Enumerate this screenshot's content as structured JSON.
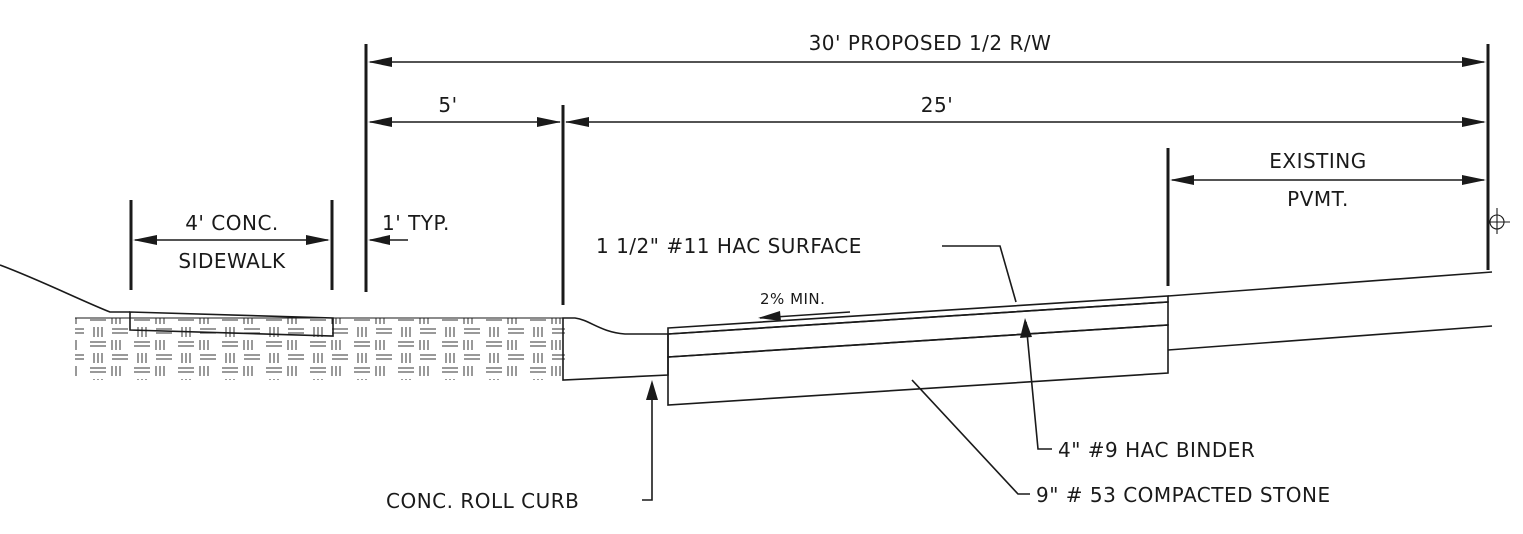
{
  "dimensions": {
    "half_row": "30' PROPOSED 1/2 R/W",
    "left_offset": "5'",
    "right_width": "25'",
    "existing_line1": "EXISTING",
    "existing_line2": "PVMT.",
    "sidewalk_line1": "4' CONC.",
    "sidewalk_line2": "SIDEWALK",
    "typ_offset": "1' TYP."
  },
  "callouts": {
    "surface": "1 1/2\" #11 HAC SURFACE",
    "slope": "2% MIN.",
    "binder": "4\" #9 HAC BINDER",
    "stone": "9\" # 53 COMPACTED STONE",
    "curb": "CONC. ROLL CURB"
  },
  "symbols": {
    "centerline": "centerline-symbol"
  }
}
